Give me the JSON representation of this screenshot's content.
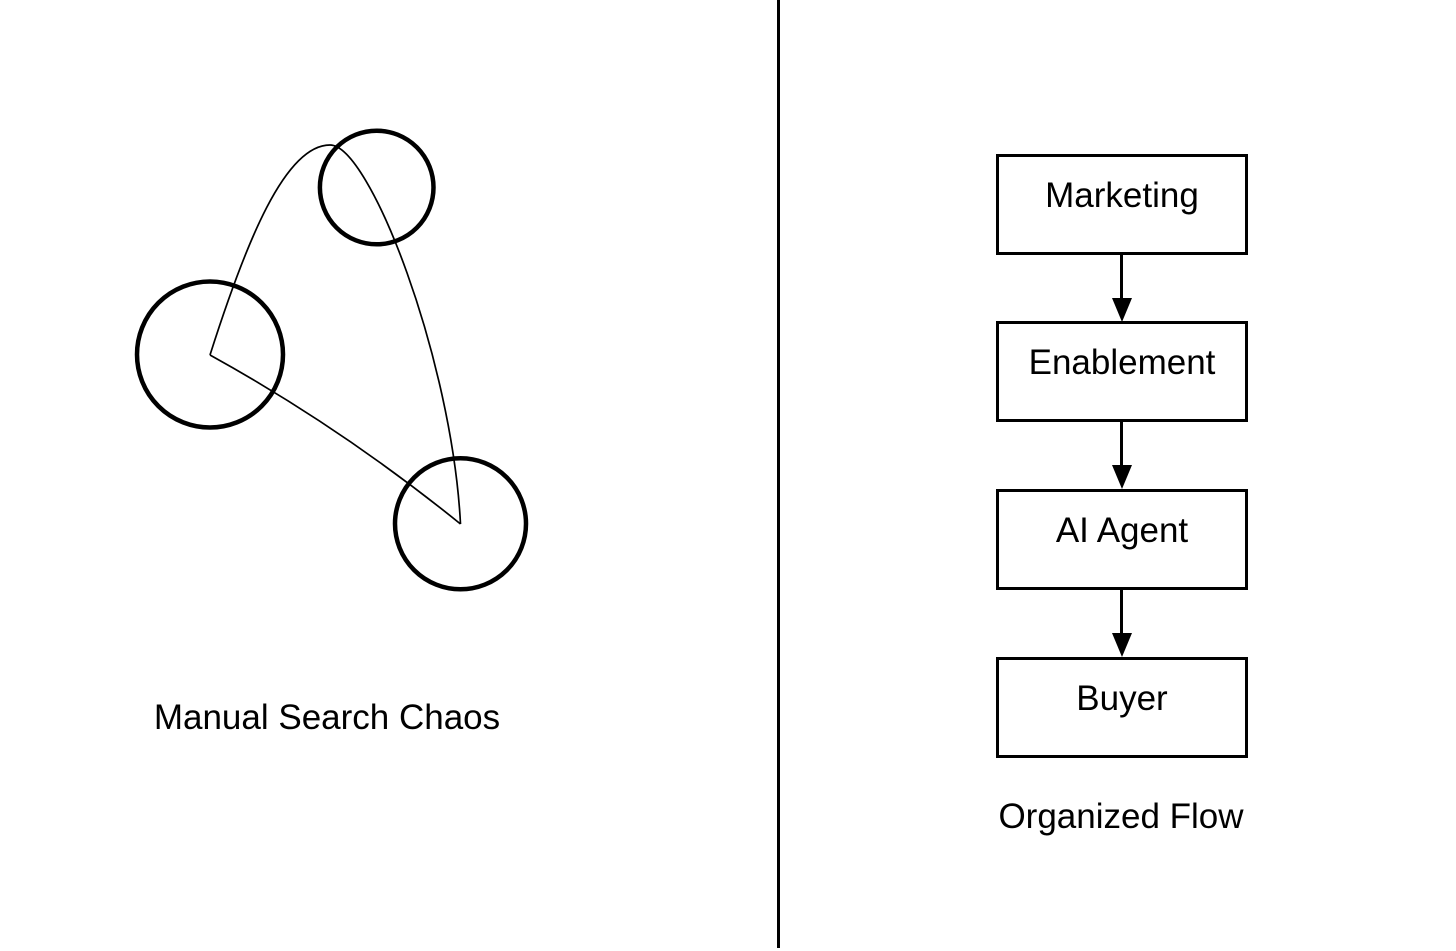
{
  "left_panel": {
    "caption": "Manual Search Chaos"
  },
  "right_panel": {
    "caption": "Organized Flow",
    "nodes": [
      {
        "label": "Marketing"
      },
      {
        "label": "Enablement"
      },
      {
        "label": "AI Agent"
      },
      {
        "label": "Buyer"
      }
    ]
  },
  "colors": {
    "ink": "#000000",
    "background": "#ffffff"
  }
}
